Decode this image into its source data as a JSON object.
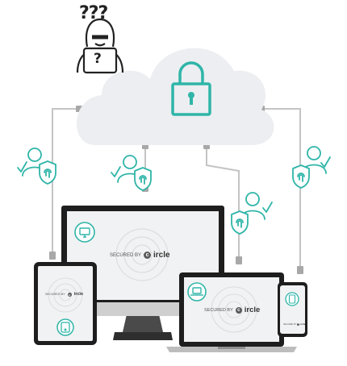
{
  "hacker": {
    "question_marks": "???",
    "laptop_mark": "?"
  },
  "branding": {
    "secured_by": "SECURED BY",
    "brand_mark": "c",
    "brand_word": "ircle"
  },
  "colors": {
    "accent": "#2fb5a8",
    "cloud": "#eceef1",
    "connector": "#bdbdbd",
    "device_frame": "#1e1e1e",
    "screen": "#f1f2f3"
  },
  "icons": {
    "cloud_lock": "padlock-icon",
    "user_badges": [
      "user-shield-fingerprint-icon",
      "user-shield-fingerprint-icon",
      "user-shield-fingerprint-icon",
      "user-shield-fingerprint-icon"
    ],
    "monitor_badge": "monitor-icon",
    "laptop_badge": "laptop-icon",
    "tablet_badge": "tablet-icon",
    "phone_badge": "phone-icon"
  }
}
